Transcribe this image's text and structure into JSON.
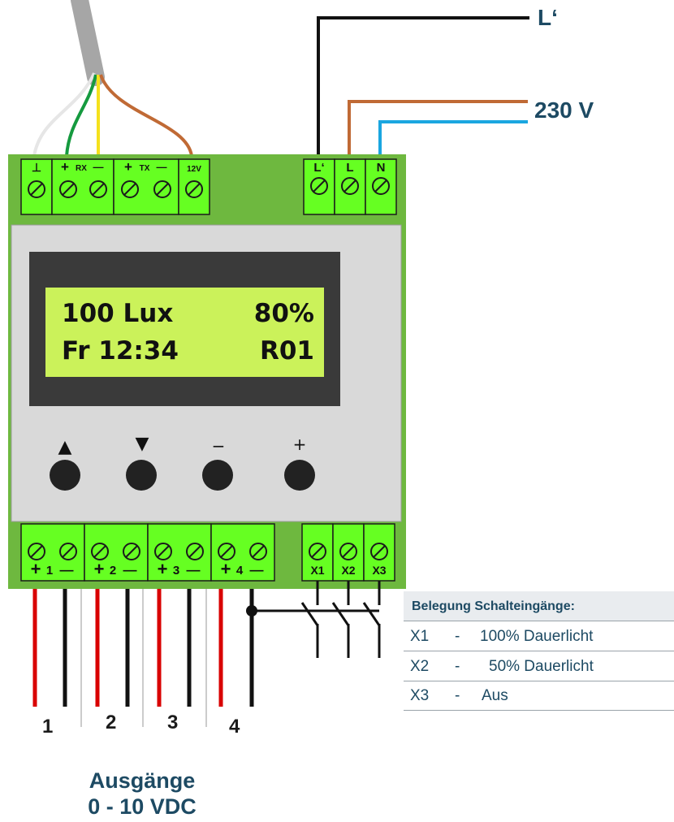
{
  "labels": {
    "l_prime": "L‘",
    "voltage": "230 V",
    "outputs_title": "Ausgänge",
    "outputs_range": "0 - 10 VDC"
  },
  "top_terminals": {
    "ground": "⊥",
    "rx": "RX",
    "tx": "TX",
    "plus": "+",
    "minus": "—",
    "v12": "12V",
    "lp": "L‘",
    "l": "L",
    "n": "N"
  },
  "display": {
    "line1_left": "100 Lux",
    "line1_right": "80%",
    "line2_left": "Fr 12:34",
    "line2_right": "R01"
  },
  "buttons": {
    "up": "▲",
    "down": "▼",
    "minus": "−",
    "plus": "+"
  },
  "bottom_terminals": {
    "out1": "1",
    "out2": "2",
    "out3": "3",
    "out4": "4",
    "x1": "X1",
    "x2": "X2",
    "x3": "X3"
  },
  "output_numbers": [
    "1",
    "2",
    "3",
    "4"
  ],
  "legend": {
    "title": "Belegung Schalteingänge:",
    "rows": [
      {
        "key": "X1",
        "sep": "-",
        "value": "100% Dauerlicht"
      },
      {
        "key": "X2",
        "sep": "-",
        "value": "50% Dauerlicht"
      },
      {
        "key": "X3",
        "sep": "-",
        "value": "Aus"
      }
    ]
  },
  "colors": {
    "housing_green": "#6eb83f",
    "terminal_green": "#66ff22",
    "lcd_green": "#cbf25a",
    "panel_gray": "#d9d9d9",
    "wire_red": "#d90000",
    "wire_brown": "#c06a35",
    "wire_blue": "#1aa6e0",
    "text_blue": "#1d4a63"
  }
}
